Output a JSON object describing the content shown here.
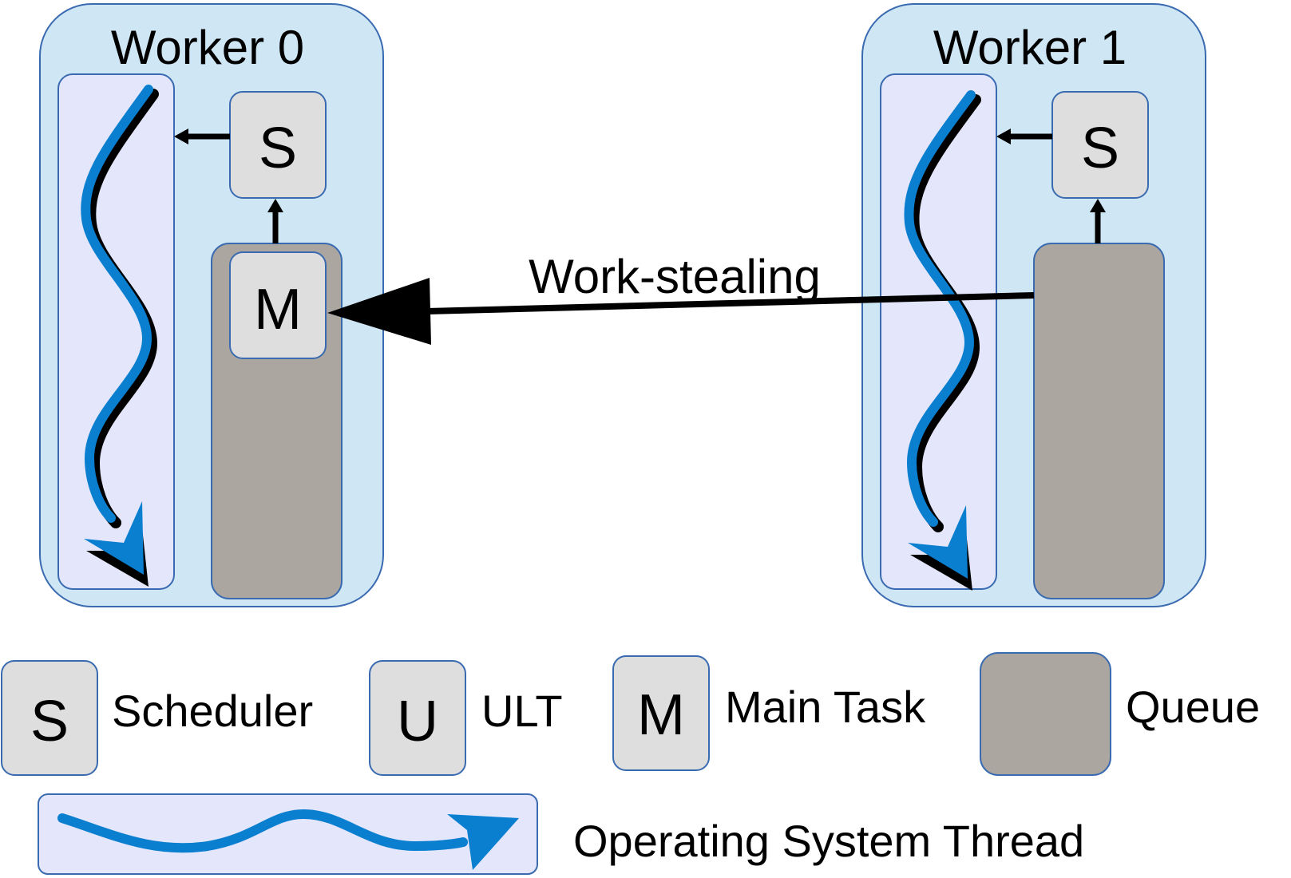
{
  "workers": [
    {
      "title": "Worker 0",
      "scheduler_letter": "S",
      "main_task_letter": "M"
    },
    {
      "title": "Worker 1",
      "scheduler_letter": "S"
    }
  ],
  "edge_label": "Work-stealing",
  "legend": {
    "scheduler": {
      "letter": "S",
      "label": "Scheduler"
    },
    "ult": {
      "letter": "U",
      "label": "ULT"
    },
    "main_task": {
      "letter": "M",
      "label": "Main Task"
    },
    "queue": {
      "label": "Queue"
    },
    "thread": {
      "label": "Operating System Thread"
    }
  },
  "colors": {
    "worker_fill": "#cfe6f5",
    "thread_fill": "#e4e6fb",
    "task_fill": "#dedede",
    "queue_fill": "#aca6a1",
    "border": "#3a6bb0",
    "thread_line": "#0a7fd0"
  }
}
